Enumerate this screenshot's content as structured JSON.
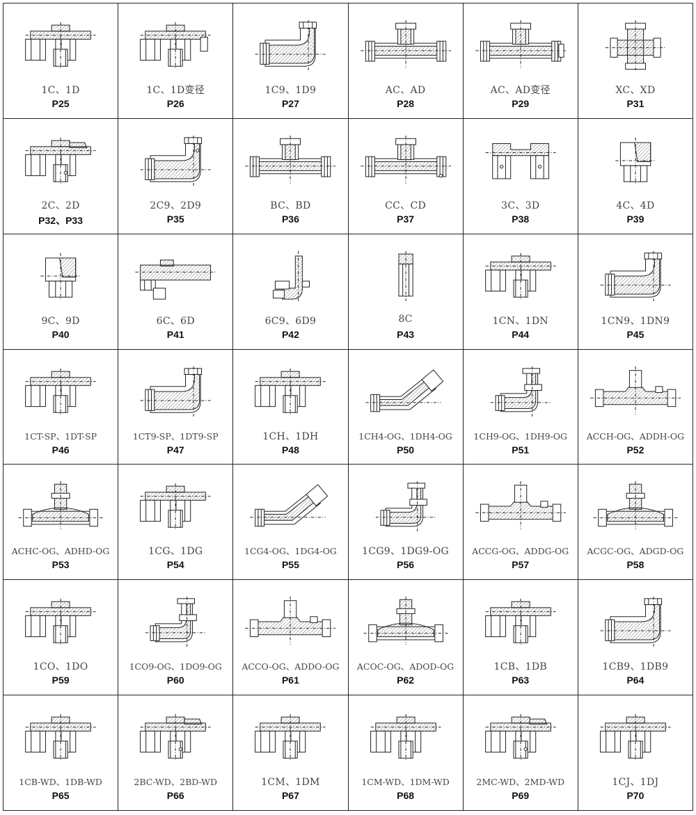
{
  "palette": {
    "line": "#222222",
    "hatch": "#555555",
    "text": "#444444",
    "grid": "#222222"
  },
  "items": [
    {
      "code": "1C、1D",
      "page": "P25",
      "icon": "union-icon"
    },
    {
      "code": "1C、1D变径",
      "page": "P26",
      "icon": "reducing-union-icon"
    },
    {
      "code": "1C9、1D9",
      "page": "P27",
      "icon": "elbow-icon"
    },
    {
      "code": "AC、AD",
      "page": "P28",
      "icon": "tee-icon"
    },
    {
      "code": "AC、AD变径",
      "page": "P29",
      "icon": "reducing-tee-icon"
    },
    {
      "code": "XC、XD",
      "page": "P31",
      "icon": "cross-icon"
    },
    {
      "code": "2C、2D",
      "page": "P32、P33",
      "icon": "swivel-union-icon"
    },
    {
      "code": "2C9、2D9",
      "page": "P35",
      "icon": "swivel-elbow-icon"
    },
    {
      "code": "BC、BD",
      "page": "P36",
      "icon": "tee-icon"
    },
    {
      "code": "CC、CD",
      "page": "P37",
      "icon": "swivel-tee-icon"
    },
    {
      "code": "3C、3D",
      "page": "P38",
      "icon": "double-swivel-union-icon"
    },
    {
      "code": "4C、4D",
      "page": "P39",
      "icon": "swivel-nut-icon"
    },
    {
      "code": "9C、9D",
      "page": "P40",
      "icon": "swivel-nut-icon"
    },
    {
      "code": "6C、6D",
      "page": "P41",
      "icon": "bulkhead-union-icon"
    },
    {
      "code": "6C9、6D9",
      "page": "P42",
      "icon": "bulkhead-elbow-icon"
    },
    {
      "code": "8C",
      "page": "P43",
      "icon": "plug-icon"
    },
    {
      "code": "1CN、1DN",
      "page": "P44",
      "icon": "union-icon"
    },
    {
      "code": "1CN9、1DN9",
      "page": "P45",
      "icon": "elbow-icon"
    },
    {
      "code": "1CT-SP、1DT-SP",
      "page": "P46",
      "icon": "union-icon"
    },
    {
      "code": "1CT9-SP、1DT9-SP",
      "page": "P47",
      "icon": "elbow-icon"
    },
    {
      "code": "1CH、1DH",
      "page": "P48",
      "icon": "union-icon"
    },
    {
      "code": "1CH4-OG、1DH4-OG",
      "page": "P50",
      "icon": "elbow-45-icon"
    },
    {
      "code": "1CH9-OG、1DH9-OG",
      "page": "P51",
      "icon": "adjustable-elbow-icon"
    },
    {
      "code": "ACCH-OG、ADDH-OG",
      "page": "P52",
      "icon": "run-tee-icon"
    },
    {
      "code": "ACHC-OG、ADHD-OG",
      "page": "P53",
      "icon": "branch-tee-icon"
    },
    {
      "code": "1CG、1DG",
      "page": "P54",
      "icon": "union-icon"
    },
    {
      "code": "1CG4-OG、1DG4-OG",
      "page": "P55",
      "icon": "elbow-45-icon"
    },
    {
      "code": "1CG9、1DG9-OG",
      "page": "P56",
      "icon": "adjustable-elbow-icon"
    },
    {
      "code": "ACCG-OG、ADDG-OG",
      "page": "P57",
      "icon": "run-tee-icon"
    },
    {
      "code": "ACGC-OG、ADGD-OG",
      "page": "P58",
      "icon": "branch-tee-icon"
    },
    {
      "code": "1CO、1DO",
      "page": "P59",
      "icon": "union-icon"
    },
    {
      "code": "1CO9-OG、1DO9-OG",
      "page": "P60",
      "icon": "adjustable-elbow-icon"
    },
    {
      "code": "ACCO-OG、ADDO-OG",
      "page": "P61",
      "icon": "run-tee-icon"
    },
    {
      "code": "ACOC-OG、ADOD-OG",
      "page": "P62",
      "icon": "branch-tee-icon"
    },
    {
      "code": "1CB、1DB",
      "page": "P63",
      "icon": "union-icon"
    },
    {
      "code": "1CB9、1DB9",
      "page": "P64",
      "icon": "elbow-icon"
    },
    {
      "code": "1CB-WD、1DB-WD",
      "page": "P65",
      "icon": "union-icon"
    },
    {
      "code": "2BC-WD、2BD-WD",
      "page": "P66",
      "icon": "swivel-union-icon"
    },
    {
      "code": "1CM、1DM",
      "page": "P67",
      "icon": "union-icon"
    },
    {
      "code": "1CM-WD、1DM-WD",
      "page": "P68",
      "icon": "union-icon"
    },
    {
      "code": "2MC-WD、2MD-WD",
      "page": "P69",
      "icon": "swivel-union-icon"
    },
    {
      "code": "1CJ、1DJ",
      "page": "P70",
      "icon": "union-icon"
    }
  ]
}
